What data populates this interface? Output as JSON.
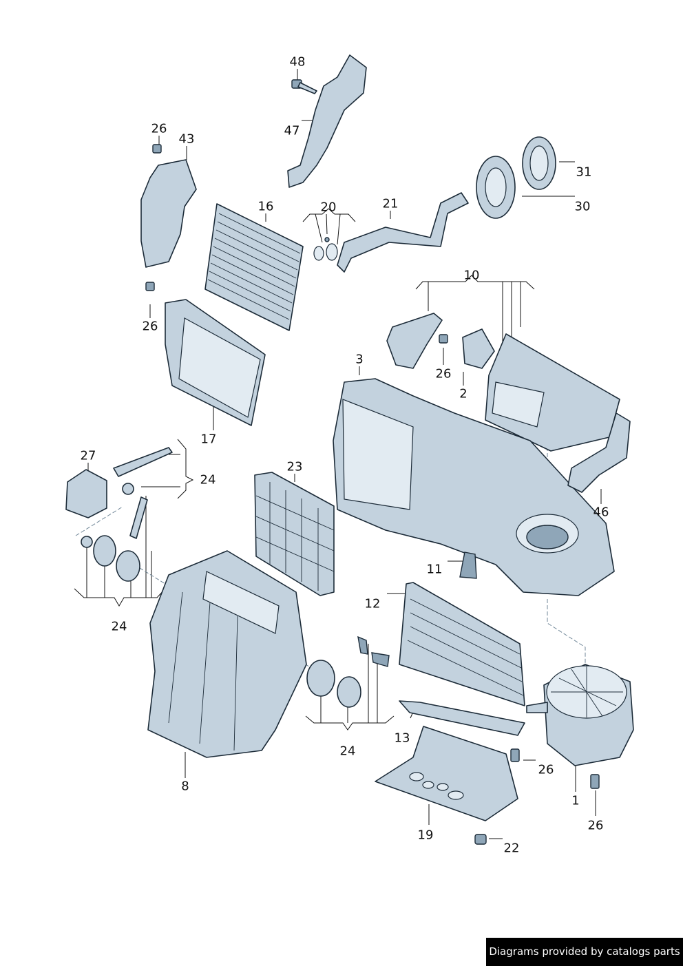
{
  "callouts": [
    "48",
    "47",
    "26",
    "43",
    "16",
    "20",
    "21",
    "31",
    "30",
    "10",
    "26",
    "3",
    "26",
    "2",
    "17",
    "27",
    "24",
    "23",
    "46",
    "11",
    "12",
    "24",
    "8",
    "24",
    "13",
    "26",
    "1",
    "26",
    "19",
    "22"
  ],
  "credit": "Diagrams provided by catalogs parts",
  "colors": {
    "part_fill": "#c3d2de",
    "outline": "#1c2b38",
    "credit_bg": "#000000"
  }
}
